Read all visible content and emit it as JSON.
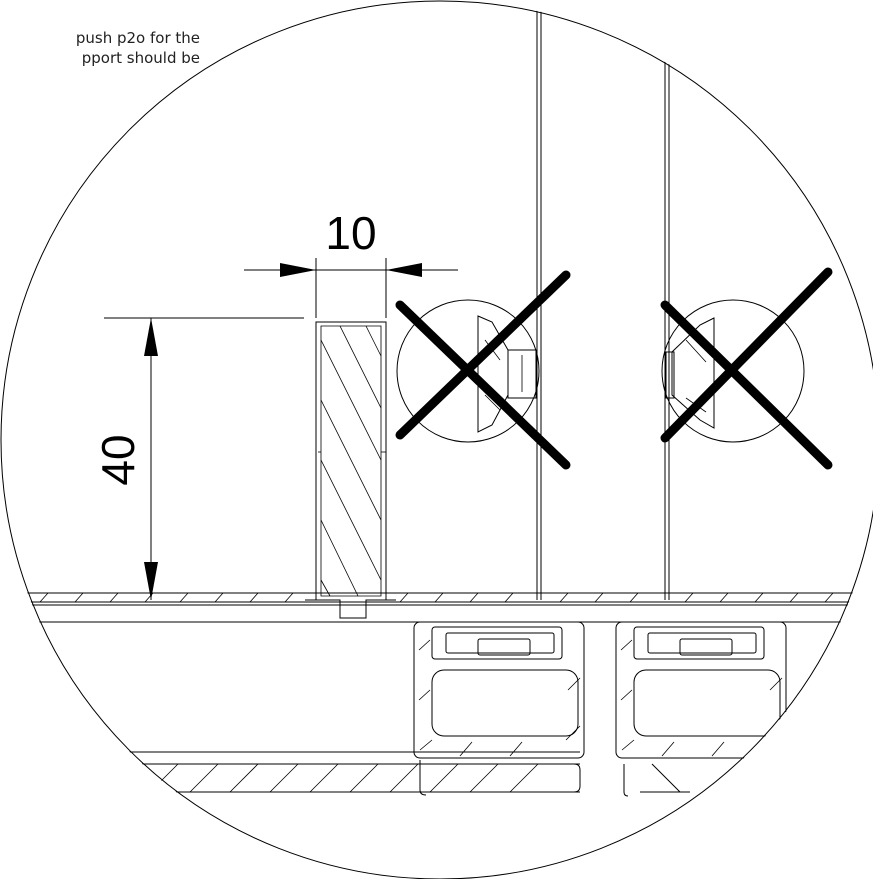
{
  "note": {
    "line1": "push p2o for the",
    "line2": "pport should be"
  },
  "dimensions": {
    "width_label": "10",
    "height_label": "40"
  },
  "colors": {
    "line": "#000000",
    "background": "#ffffff"
  }
}
